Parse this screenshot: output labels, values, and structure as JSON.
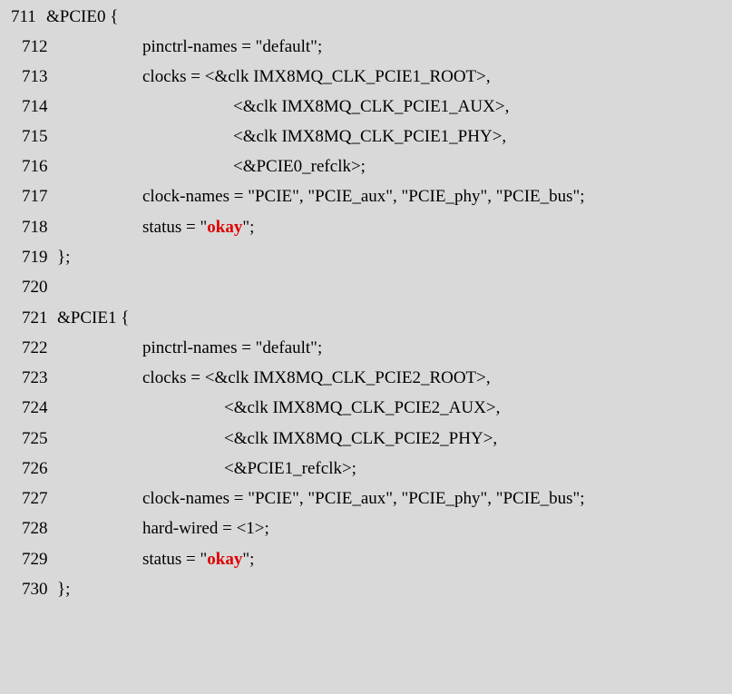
{
  "lines": [
    {
      "num": "711",
      "text": "&PCIE0 {"
    },
    {
      "num": "712",
      "text": "pinctrl-names = \"default\";"
    },
    {
      "num": "713",
      "text": "clocks = <&clk IMX8MQ_CLK_PCIE1_ROOT>,"
    },
    {
      "num": "714",
      "text": "<&clk IMX8MQ_CLK_PCIE1_AUX>,"
    },
    {
      "num": "715",
      "text": "<&clk IMX8MQ_CLK_PCIE1_PHY>,"
    },
    {
      "num": "716",
      "text": "<&PCIE0_refclk>;"
    },
    {
      "num": "717",
      "text": "clock-names = \"PCIE\", \"PCIE_aux\", \"PCIE_phy\", \"PCIE_bus\";"
    },
    {
      "num": "718",
      "pre": "status = \"",
      "keyword": "okay",
      "post": "\";"
    },
    {
      "num": "719",
      "text": "};"
    },
    {
      "num": "720",
      "text": ""
    },
    {
      "num": "721",
      "text": "&PCIE1 {"
    },
    {
      "num": "722",
      "text": "pinctrl-names = \"default\";"
    },
    {
      "num": "723",
      "text": "clocks = <&clk IMX8MQ_CLK_PCIE2_ROOT>,"
    },
    {
      "num": "724",
      "text": "<&clk IMX8MQ_CLK_PCIE2_AUX>,"
    },
    {
      "num": "725",
      "text": "<&clk IMX8MQ_CLK_PCIE2_PHY>,"
    },
    {
      "num": "726",
      "text": "<&PCIE1_refclk>;"
    },
    {
      "num": "727",
      "text": "clock-names = \"PCIE\", \"PCIE_aux\", \"PCIE_phy\", \"PCIE_bus\";"
    },
    {
      "num": "728",
      "text": "hard-wired = <1>;"
    },
    {
      "num": "729",
      "pre": "status = \"",
      "keyword": "okay",
      "post": "\";"
    },
    {
      "num": "730",
      "text": "};"
    }
  ],
  "colors": {
    "background": "#d9d9d9",
    "keyword": "#e00000"
  }
}
